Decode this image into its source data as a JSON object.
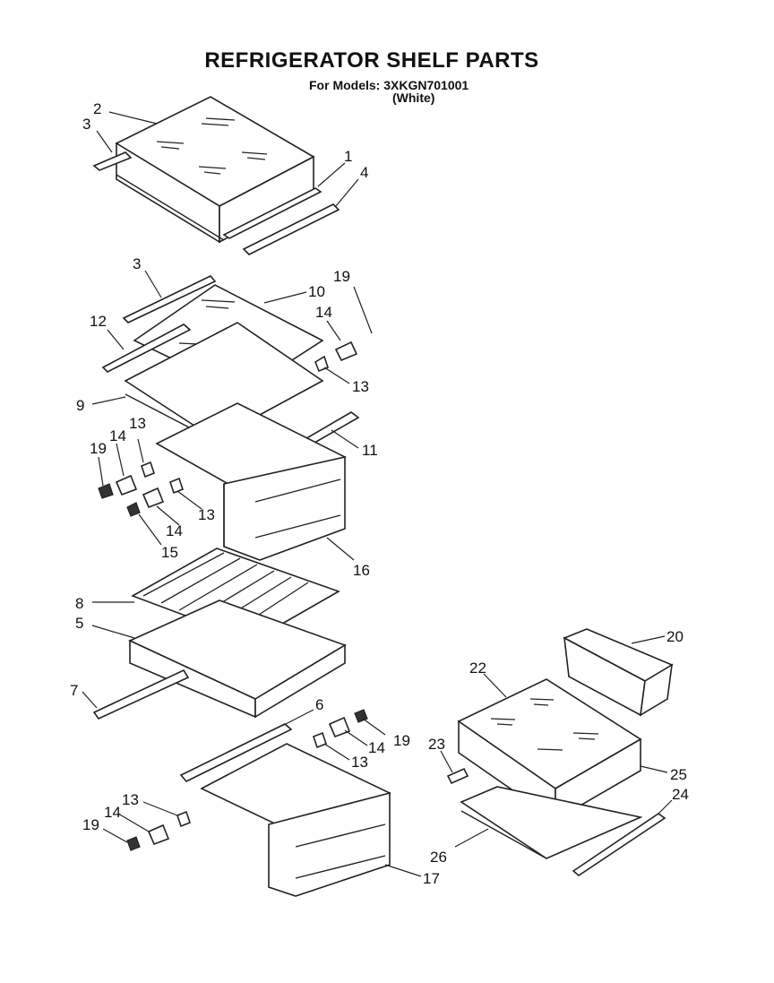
{
  "header": {
    "title": "REFRIGERATOR SHELF PARTS",
    "model_line": "For Models: 3XKGN701001",
    "color_line": "(White)"
  },
  "callouts": [
    {
      "id": "c1",
      "label": "1"
    },
    {
      "id": "c2",
      "label": "2"
    },
    {
      "id": "c3a",
      "label": "3"
    },
    {
      "id": "c4",
      "label": "4"
    },
    {
      "id": "c3b",
      "label": "3"
    },
    {
      "id": "c10",
      "label": "10"
    },
    {
      "id": "c19a",
      "label": "19"
    },
    {
      "id": "c14a",
      "label": "14"
    },
    {
      "id": "c12",
      "label": "12"
    },
    {
      "id": "c13a",
      "label": "13"
    },
    {
      "id": "c9",
      "label": "9"
    },
    {
      "id": "c11",
      "label": "11"
    },
    {
      "id": "c13b",
      "label": "13"
    },
    {
      "id": "c14b",
      "label": "14"
    },
    {
      "id": "c19b",
      "label": "19"
    },
    {
      "id": "c13c",
      "label": "13"
    },
    {
      "id": "c14c",
      "label": "14"
    },
    {
      "id": "c15",
      "label": "15"
    },
    {
      "id": "c16",
      "label": "16"
    },
    {
      "id": "c8",
      "label": "8"
    },
    {
      "id": "c5",
      "label": "5"
    },
    {
      "id": "c7",
      "label": "7"
    },
    {
      "id": "c6",
      "label": "6"
    },
    {
      "id": "c19c",
      "label": "19"
    },
    {
      "id": "c14d",
      "label": "14"
    },
    {
      "id": "c13d",
      "label": "13"
    },
    {
      "id": "c13e",
      "label": "13"
    },
    {
      "id": "c14e",
      "label": "14"
    },
    {
      "id": "c19d",
      "label": "19"
    },
    {
      "id": "c17",
      "label": "17"
    },
    {
      "id": "c20",
      "label": "20"
    },
    {
      "id": "c22",
      "label": "22"
    },
    {
      "id": "c23",
      "label": "23"
    },
    {
      "id": "c25",
      "label": "25"
    },
    {
      "id": "c24",
      "label": "24"
    },
    {
      "id": "c26",
      "label": "26"
    }
  ]
}
